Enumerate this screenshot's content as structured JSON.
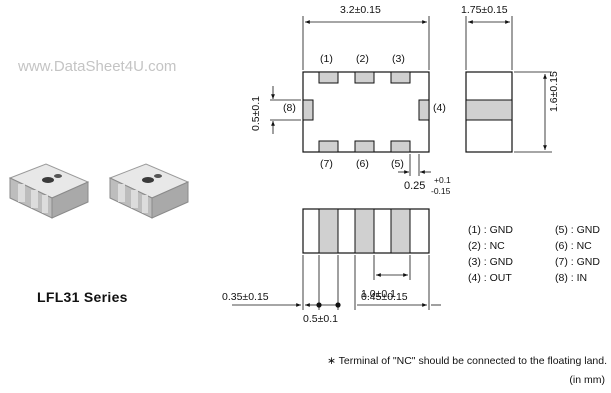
{
  "watermark": "www.DataSheet4U.com",
  "series_label": "LFL31  Series",
  "dimensions": {
    "width": "3.2±0.15",
    "thickness": "1.75±0.15",
    "height": "1.6±0.15",
    "side_pad": "0.5±0.1",
    "pad_offset_main": "0.25",
    "pad_offset_sup": "+0.1",
    "pad_offset_sub": "-0.15",
    "terminal_pitch": "1.0±0.1",
    "left_margin": "0.35±0.15",
    "terminal_width": "0.5±0.1",
    "right_margin": "0.45±0.15"
  },
  "pin_numbers": {
    "p1": "(1)",
    "p2": "(2)",
    "p3": "(3)",
    "p4": "(4)",
    "p5": "(5)",
    "p6": "(6)",
    "p7": "(7)",
    "p8": "(8)"
  },
  "pin_table": {
    "left": [
      "(1) : GND",
      "(2) : NC",
      "(3) : GND",
      "(4) : OUT"
    ],
    "right": [
      "(5) : GND",
      "(6) : NC",
      "(7) : GND",
      "(8) : IN"
    ]
  },
  "note": "∗ Terminal of \"NC\" should be connected to the floating land.",
  "unit": "(in mm)"
}
